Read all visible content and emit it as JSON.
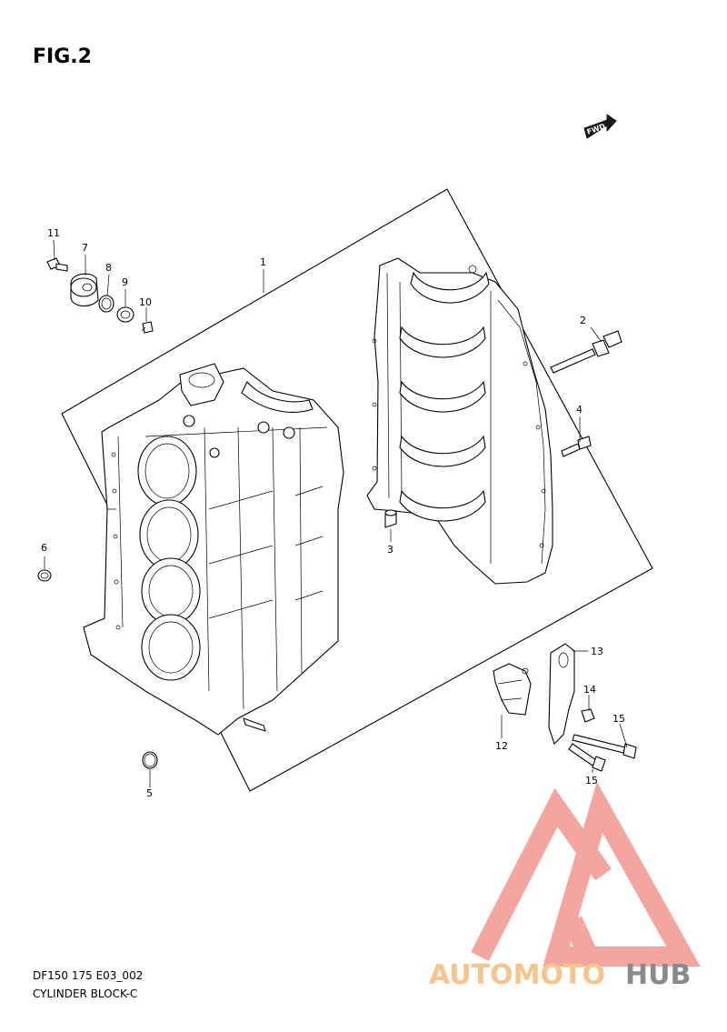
{
  "figure": {
    "title": "FIG.2",
    "code": "DF150 175 E03_002",
    "name": "CYLINDER BLOCK-C"
  },
  "direction_badge": {
    "label": "FWD"
  },
  "callouts": [
    {
      "id": "c1",
      "label": "1"
    },
    {
      "id": "c2",
      "label": "2"
    },
    {
      "id": "c3",
      "label": "3"
    },
    {
      "id": "c4",
      "label": "4"
    },
    {
      "id": "c5",
      "label": "5"
    },
    {
      "id": "c6",
      "label": "6"
    },
    {
      "id": "c7",
      "label": "7"
    },
    {
      "id": "c8",
      "label": "8"
    },
    {
      "id": "c9",
      "label": "9"
    },
    {
      "id": "c10",
      "label": "10"
    },
    {
      "id": "c11",
      "label": "11"
    },
    {
      "id": "c12",
      "label": "12"
    },
    {
      "id": "c13",
      "label": "13"
    },
    {
      "id": "c14",
      "label": "14"
    },
    {
      "id": "c15a",
      "label": "15"
    },
    {
      "id": "c15b",
      "label": "15"
    }
  ],
  "watermark": {
    "part1": "AUTOMOTO",
    "part2": "HUB",
    "colors": {
      "logo": "#f4a59f",
      "part1": "#f7c58c",
      "part2": "#8a8a8a"
    }
  }
}
